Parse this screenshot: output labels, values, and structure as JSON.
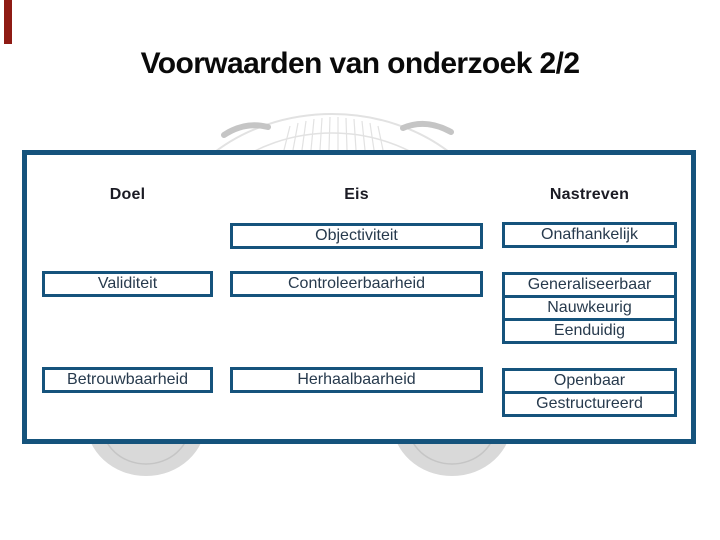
{
  "slide": {
    "title": "Voorwaarden van onderzoek 2/2",
    "colors": {
      "accent_bar": "#8E1B14",
      "frame_border": "#15537C",
      "box_border": "#15537C",
      "box_text": "#273A4D",
      "header_text": "#1B1B24",
      "title_text": "#0A0A0A",
      "watermark_fill": "#D9D9D9",
      "watermark_stroke": "#C5C5C5",
      "watermark_faint": "#E2E2E2"
    }
  },
  "diagram": {
    "headers": [
      "Doel",
      "Eis",
      "Nastreven"
    ],
    "rows": [
      {
        "doel": "",
        "eis": "Objectiviteit",
        "nastreven": [
          "Onafhankelijk"
        ]
      },
      {
        "doel": "Validiteit",
        "eis": "Controleerbaarheid",
        "nastreven": [
          "Generaliseerbaar",
          "Nauwkeurig",
          "Eenduidig"
        ]
      },
      {
        "doel": "Betrouwbaarheid",
        "eis": "Herhaalbaarheid",
        "nastreven": [
          "Openbaar",
          "Gestructureerd"
        ]
      }
    ]
  }
}
